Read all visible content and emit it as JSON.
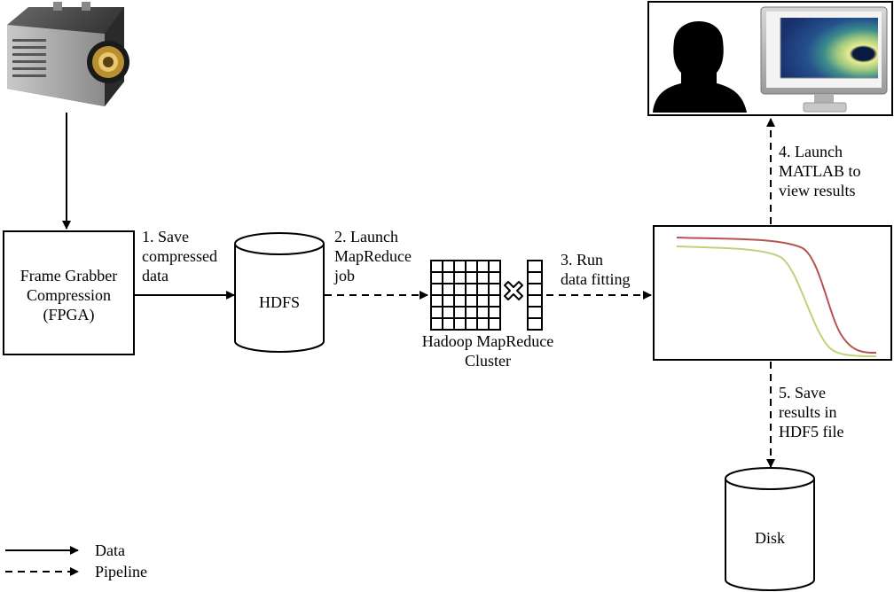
{
  "nodes": {
    "fpga": {
      "lines": [
        "Frame Grabber",
        "Compression",
        "(FPGA)"
      ]
    },
    "hdfs": {
      "label": "HDFS"
    },
    "cluster": {
      "lines": [
        "Hadoop MapReduce",
        "Cluster"
      ]
    },
    "disk": {
      "label": "Disk"
    }
  },
  "steps": {
    "step1": [
      "1. Save",
      "compressed",
      "data"
    ],
    "step2": [
      "2. Launch",
      "MapReduce",
      "job"
    ],
    "step3": [
      "3. Run",
      "data fitting"
    ],
    "step4": [
      "4. Launch",
      "MATLAB to",
      "view results"
    ],
    "step5": [
      "5. Save",
      "results in",
      "HDF5 file"
    ]
  },
  "legend": {
    "data": "Data",
    "pipeline": "Pipeline"
  },
  "colors": {
    "curve_red": "#b85450",
    "curve_green": "#c4d07a",
    "heatmap_dark": "#1f3a7a",
    "heatmap_mid": "#3a8a8a",
    "heatmap_light": "#d8e080"
  }
}
